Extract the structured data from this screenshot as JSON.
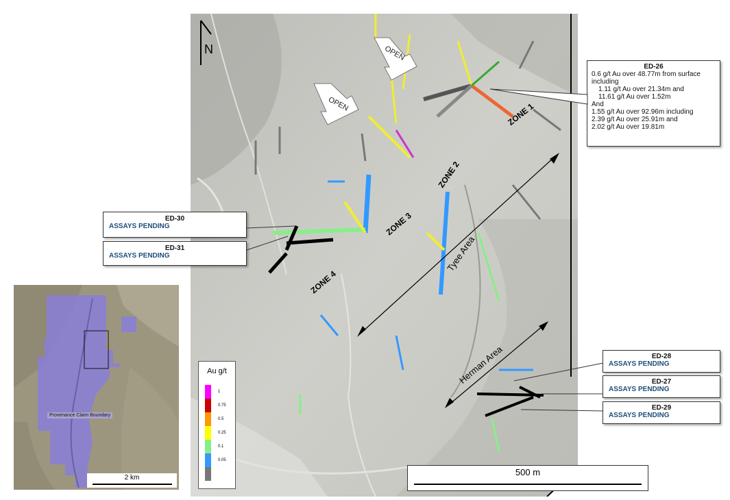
{
  "north_arrow": {
    "label": "N"
  },
  "arrows": {
    "open_label_1": "OPEN",
    "open_label_2": "OPEN"
  },
  "zones": {
    "zone1": "ZONE 1",
    "zone2": "ZONE 2",
    "zone3": "ZONE 3",
    "zone4": "ZONE 4"
  },
  "areas": {
    "tyee": "Tyee Area",
    "herman": "Herman Area"
  },
  "callouts": {
    "ed26": {
      "title": "ED-26",
      "lines": [
        "0.6 g/t Au over 48.77m from surface",
        "including",
        "1.11 g/t Au over 21.34m and",
        "11.61 g/t Au over 1.52m",
        "And",
        "1.55 g/t Au over 92.96m including",
        "2.39 g/t Au over 25.91m and",
        "2.02 g/t Au over 19.81m"
      ]
    },
    "ed30": {
      "title": "ED-30",
      "status": "ASSAYS PENDING"
    },
    "ed31": {
      "title": "ED-31",
      "status": "ASSAYS PENDING"
    },
    "ed28": {
      "title": "ED-28",
      "status": "ASSAYS PENDING"
    },
    "ed27": {
      "title": "ED-27",
      "status": "ASSAYS PENDING"
    },
    "ed29": {
      "title": "ED-29",
      "status": "ASSAYS PENDING"
    }
  },
  "legend": {
    "title": "Au g/t",
    "entries": [
      {
        "label": "1",
        "color": "#ff00ff"
      },
      {
        "label": "0.75",
        "color": "#cc0000"
      },
      {
        "label": "0.5",
        "color": "#ff9900"
      },
      {
        "label": "0.25",
        "color": "#ffff00"
      },
      {
        "label": "0.1",
        "color": "#88ee88"
      },
      {
        "label": "0.05",
        "color": "#3399ff"
      },
      {
        "label": "",
        "color": "#777777"
      }
    ]
  },
  "inset": {
    "claim_label": "Provenance Claim Boundary",
    "scale_label": "2 km",
    "claim_color": "#8a7fd9"
  },
  "scalebar": {
    "label": "500 m"
  }
}
